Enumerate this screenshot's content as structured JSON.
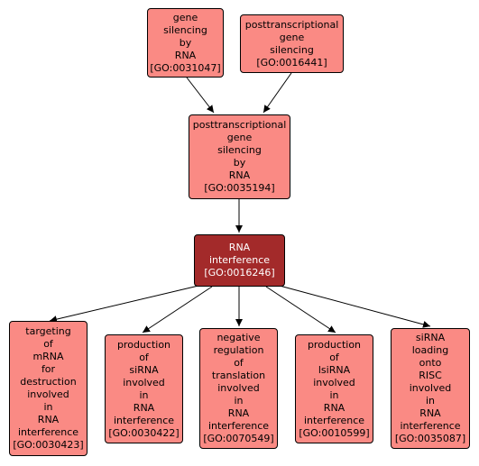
{
  "colors": {
    "node_fill": "#fa8a84",
    "focus_fill": "#a32a2a",
    "focus_text": "#ffffff",
    "edge": "#000000"
  },
  "nodes": {
    "n31047": "gene\nsilencing\nby\nRNA\n[GO:0031047]",
    "n16441": "posttranscriptional\ngene\nsilencing\n[GO:0016441]",
    "n35194": "posttranscriptional\ngene\nsilencing\nby\nRNA\n[GO:0035194]",
    "n16246": "RNA\ninterference\n[GO:0016246]",
    "n30423": "targeting\nof\nmRNA\nfor\ndestruction\ninvolved\nin\nRNA\ninterference\n[GO:0030423]",
    "n30422": "production\nof\nsiRNA\ninvolved\nin\nRNA\ninterference\n[GO:0030422]",
    "n70549": "negative\nregulation\nof\ntranslation\ninvolved\nin\nRNA\ninterference\n[GO:0070549]",
    "n10599": "production\nof\nlsiRNA\ninvolved\nin\nRNA\ninterference\n[GO:0010599]",
    "n35087": "siRNA\nloading\nonto\nRISC\ninvolved\nin\nRNA\ninterference\n[GO:0035087]"
  }
}
